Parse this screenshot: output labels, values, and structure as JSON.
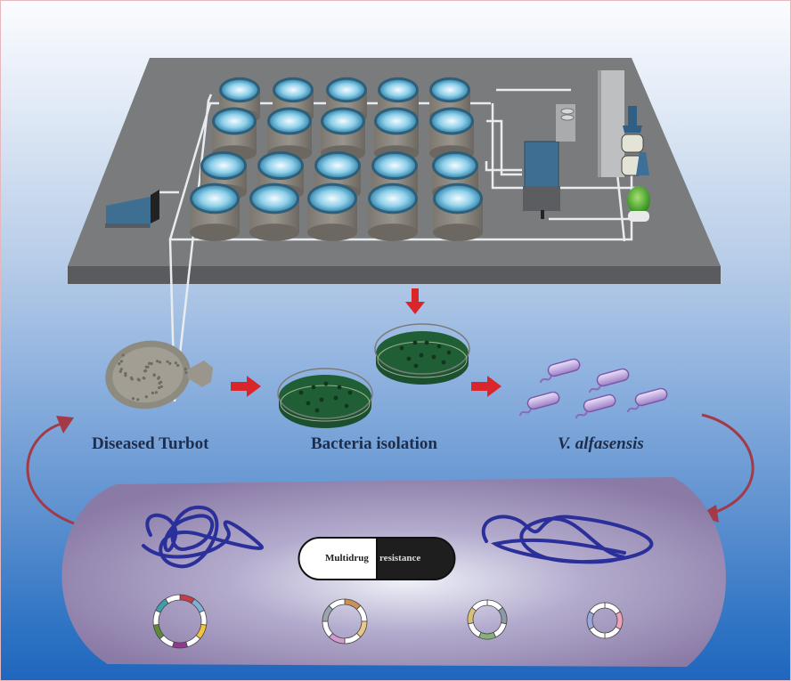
{
  "figure": {
    "title": "Isolation of multidrug-resistant V. alfasensis from diseased turbot in aquaculture",
    "stages": [
      {
        "id": "farm",
        "label": "Aquaculture facility",
        "shown_label": false
      },
      {
        "id": "fish",
        "label": "Diseased Turbot"
      },
      {
        "id": "plates",
        "label": "Bacteria isolation"
      },
      {
        "id": "bacteria",
        "label": "V. alfasensis"
      }
    ],
    "cell": {
      "pill_left": "Multidrug",
      "pill_right": "resistance",
      "chromosomes": 2,
      "plasmids": 4
    },
    "colors": {
      "arrow_red": "#d9262b",
      "cycle_arrow": "#a23a48",
      "dna": "#2b2f9a",
      "agar": "#1f5a34",
      "tank_water": "#5fb3d6",
      "bacteria": "#b79ad8"
    },
    "plasmid_segments": [
      [
        "#c73a4a",
        "#7fb0d8",
        "#ffffff",
        "#f2c340",
        "#ffffff",
        "#8e3a8c",
        "#ffffff",
        "#5f8a3a",
        "#ffffff",
        "#3fa0a8",
        "#ffffff"
      ],
      [
        "#c9915a",
        "#ffffff",
        "#e8c98a",
        "#ffffff",
        "#d59ad0",
        "#ffffff",
        "#9aa4ac",
        "#ffffff"
      ],
      [
        "#ffffff",
        "#8a9aa8",
        "#ffffff",
        "#8ab07a",
        "#ffffff",
        "#d8c07a",
        "#ffffff"
      ],
      [
        "#ffffff",
        "#f0a0b8",
        "#ffffff",
        "#ffffff",
        "#9aa8d8",
        "#ffffff"
      ]
    ]
  }
}
